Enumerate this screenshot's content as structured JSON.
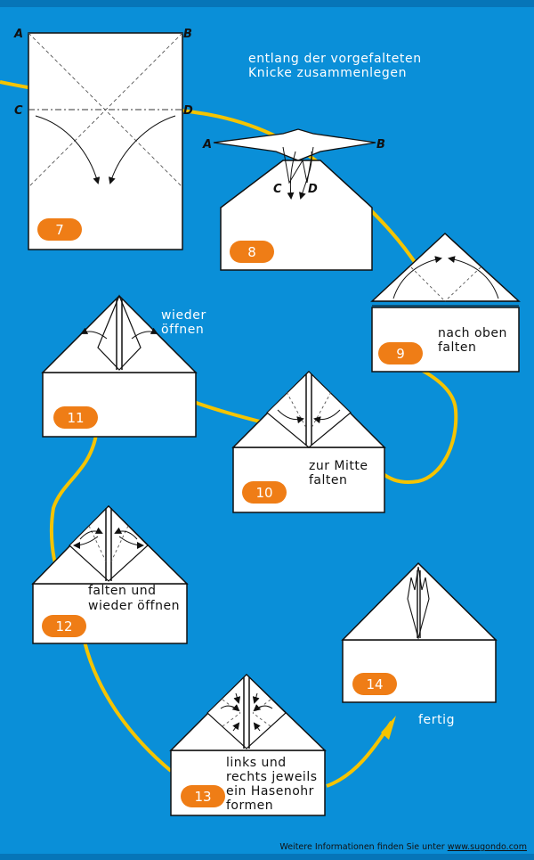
{
  "steps": [
    {
      "num": "7",
      "text": [
        "entlang der vorgefalteten",
        "Knicke zusammenlegen"
      ]
    },
    {
      "num": "8",
      "text": []
    },
    {
      "num": "9",
      "text": [
        "nach oben",
        "falten"
      ]
    },
    {
      "num": "10",
      "text": [
        "zur Mitte",
        "falten"
      ]
    },
    {
      "num": "11",
      "text": [
        "wieder",
        "öffnen"
      ]
    },
    {
      "num": "12",
      "text": [
        "falten und",
        "wieder öffnen"
      ]
    },
    {
      "num": "13",
      "text": [
        "links und",
        "rechts jeweils",
        "ein Hasenohr",
        "formen"
      ]
    },
    {
      "num": "14",
      "text": [
        "fertig"
      ]
    }
  ],
  "letters": {
    "a": "A",
    "b": "B",
    "c": "C",
    "d": "D"
  },
  "footer": {
    "prefix": "Weitere Informationen finden Sie unter",
    "url": "www.sugondo.com"
  },
  "colors": {
    "background": "#0a8fd8",
    "path": "#f5c400",
    "badge": "#ef7d16",
    "paper": "#ffffff"
  }
}
